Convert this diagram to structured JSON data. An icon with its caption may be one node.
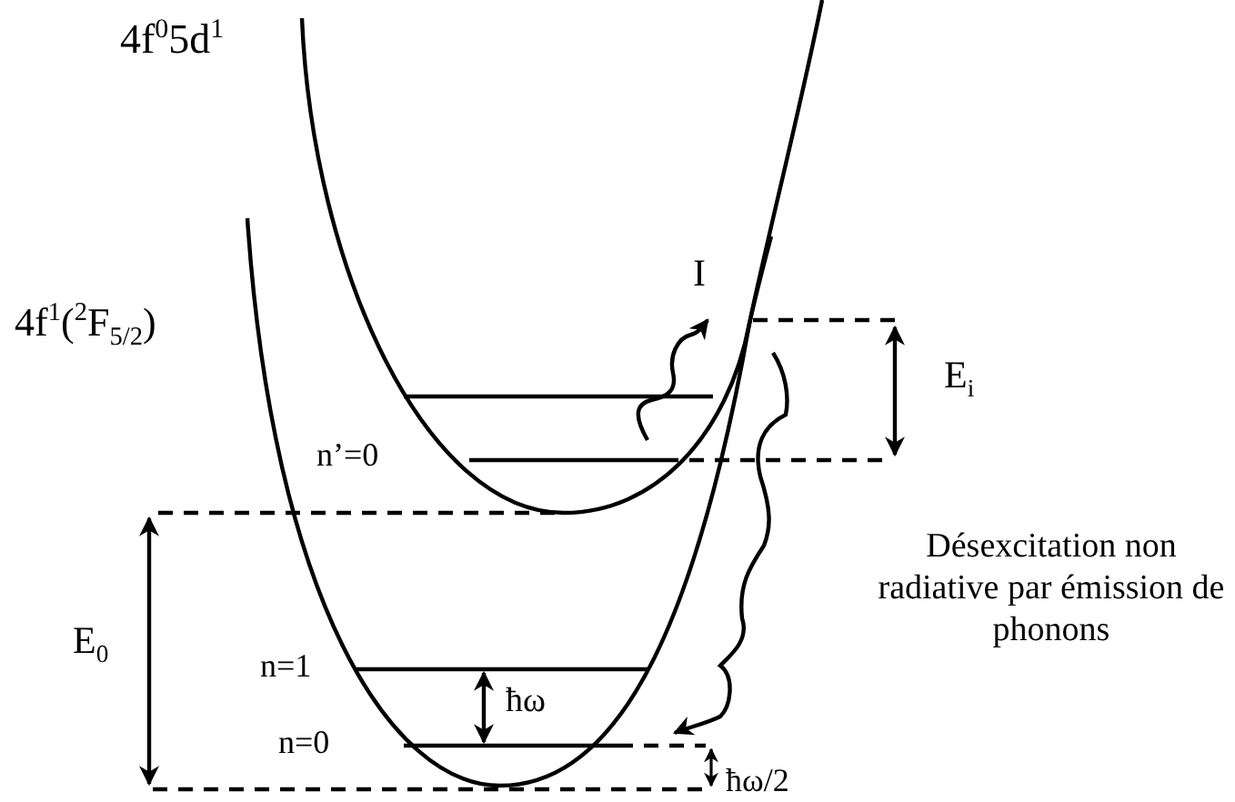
{
  "diagram": {
    "labels": [
      "4f$^{0}$5d$^{1}$",
      "4f$^{1}$($^{2}$F$_{5/2}$)",
      "I",
      "E$_{i}$",
      "n’=0",
      "E$_{0}$",
      "n=1",
      "ħω",
      "n=0",
      "ħω/2",
      "Désexcitation non radiative par émission de phonons"
    ]
  }
}
